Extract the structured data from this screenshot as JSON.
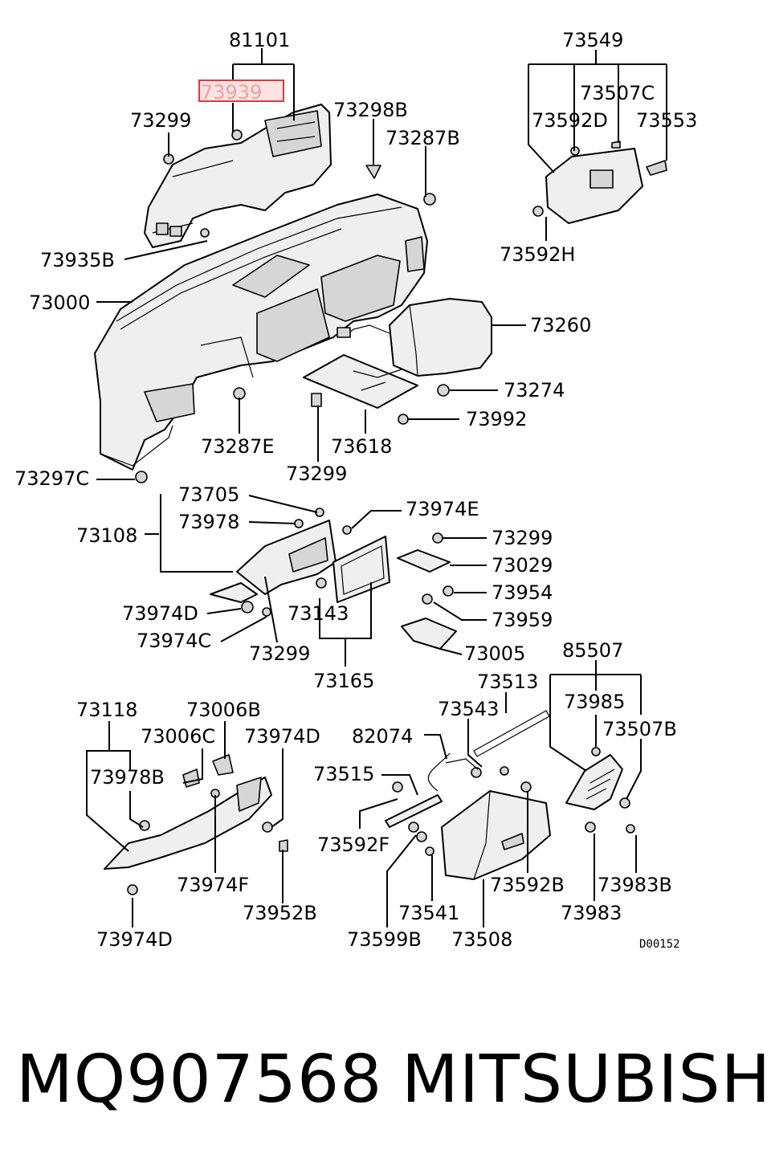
{
  "highlight": {
    "label": "73939",
    "color": "#e03a3a"
  },
  "labels": {
    "l_81101": "81101",
    "l_73299_a": "73299",
    "l_73298b": "73298B",
    "l_73287b": "73287B",
    "l_73935b": "73935B",
    "l_73000": "73000",
    "l_73260": "73260",
    "l_73274": "73274",
    "l_73992": "73992",
    "l_73287e": "73287E",
    "l_73618": "73618",
    "l_73299_b": "73299",
    "l_73297c": "73297C",
    "l_73549": "73549",
    "l_73507c": "73507C",
    "l_73592d": "73592D",
    "l_73553": "73553",
    "l_73592h": "73592H",
    "l_73705": "73705",
    "l_73978": "73978",
    "l_73108": "73108",
    "l_73974e": "73974E",
    "l_73299_c": "73299",
    "l_73029": "73029",
    "l_73954": "73954",
    "l_73959": "73959",
    "l_73005": "73005",
    "l_73974d_a": "73974D",
    "l_73143": "73143",
    "l_73974c": "73974C",
    "l_73299_d": "73299",
    "l_73165": "73165",
    "l_85507": "85507",
    "l_73513": "73513",
    "l_73985": "73985",
    "l_73507b": "73507B",
    "l_73543": "73543",
    "l_73118": "73118",
    "l_73006b": "73006B",
    "l_73006c": "73006C",
    "l_73974d_b": "73974D",
    "l_73978b": "73978B",
    "l_82074": "82074",
    "l_73515": "73515",
    "l_73592f": "73592F",
    "l_73974f": "73974F",
    "l_73952b": "73952B",
    "l_73974d_c": "73974D",
    "l_73541": "73541",
    "l_73599b": "73599B",
    "l_73508": "73508",
    "l_73592b": "73592B",
    "l_73983b": "73983B",
    "l_73983": "73983"
  },
  "diagram_code": "D00152",
  "footer": {
    "part_number": "MQ907568",
    "brand": "MITSUBISHI"
  }
}
